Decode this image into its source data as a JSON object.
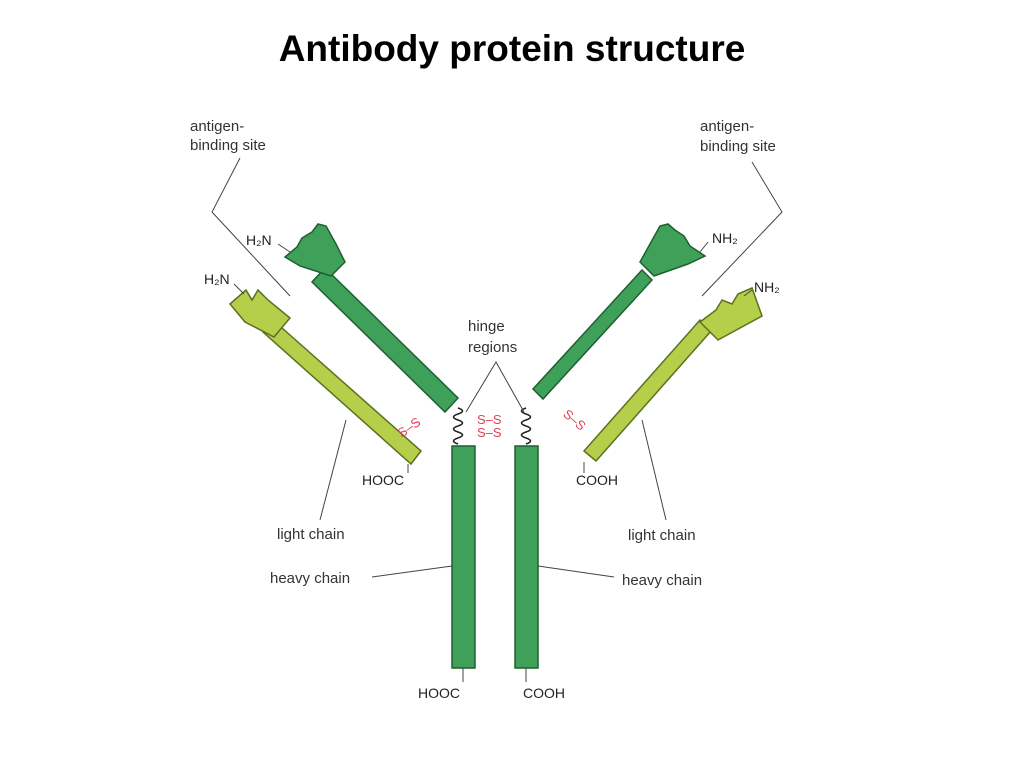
{
  "title": "Antibody protein structure",
  "labels": {
    "antigen_left_1": "antigen-",
    "antigen_left_2": "binding site",
    "antigen_right_1": "antigen-",
    "antigen_right_2": "binding site",
    "hinge_1": "hinge",
    "hinge_2": "regions",
    "light_left": "light chain",
    "light_right": "light chain",
    "heavy_left": "heavy chain",
    "heavy_right": "heavy chain"
  },
  "termini": {
    "heavy_left_n": "H₂N",
    "light_left_n": "H₂N",
    "heavy_right_n": "NH₂",
    "light_right_n": "NH₂",
    "light_left_c": "HOOC",
    "light_right_c": "COOH",
    "heavy_left_c": "HOOC",
    "heavy_right_c": "COOH"
  },
  "disulfide": {
    "bond": "S–S"
  },
  "colors": {
    "heavy_chain": "#3fa05a",
    "light_chain": "#b5cf4a",
    "disulfide": "#e0405a"
  }
}
